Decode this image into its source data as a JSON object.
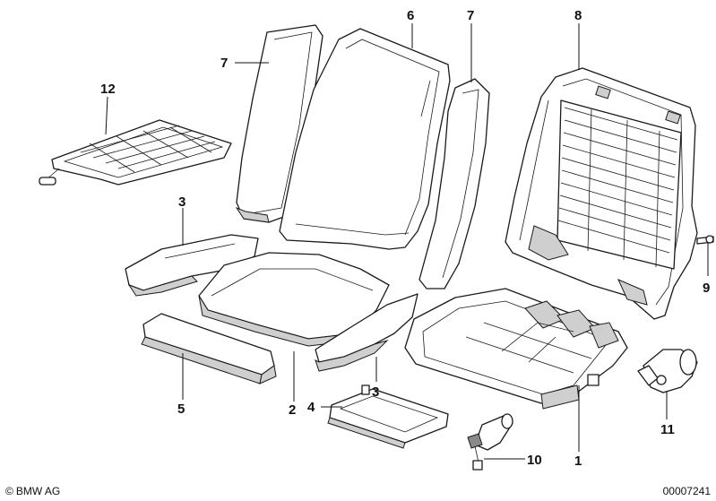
{
  "callouts": [
    {
      "id": "c1",
      "text": "1"
    },
    {
      "id": "c2",
      "text": "2"
    },
    {
      "id": "c3a",
      "text": "3"
    },
    {
      "id": "c3b",
      "text": "3"
    },
    {
      "id": "c4",
      "text": "4"
    },
    {
      "id": "c5",
      "text": "5"
    },
    {
      "id": "c6",
      "text": "6"
    },
    {
      "id": "c7a",
      "text": "7"
    },
    {
      "id": "c7b",
      "text": "7"
    },
    {
      "id": "c8",
      "text": "8"
    },
    {
      "id": "c9",
      "text": "9"
    },
    {
      "id": "c10",
      "text": "10"
    },
    {
      "id": "c11",
      "text": "11"
    },
    {
      "id": "c12",
      "text": "12"
    }
  ],
  "footer": {
    "brand": "BMW AG",
    "copyright_symbol": "©",
    "diagram_number": "00007241"
  },
  "colors": {
    "line": "#1a1a1a",
    "fill": "#ffffff",
    "shade": "#cfcfcf"
  }
}
